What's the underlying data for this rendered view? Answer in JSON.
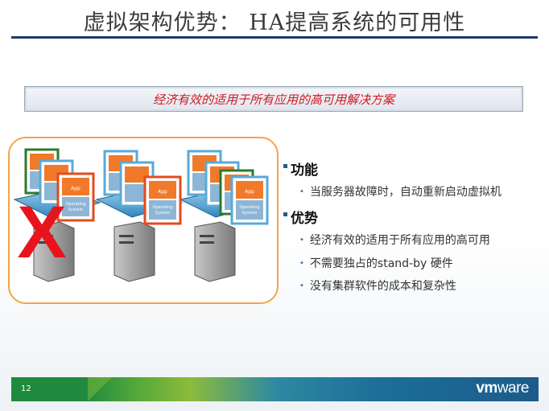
{
  "slide": {
    "title": "虚拟架构优势：  HA提高系统的可用性",
    "banner": "经济有效的适用于所有应用的高可用解决方案",
    "page_number": "12",
    "logo": {
      "vm": "vm",
      "ware": "ware"
    }
  },
  "diagram": {
    "vm_app_label": "App",
    "vm_os_label_1": "Operating",
    "vm_os_label_2": "System",
    "failure_mark": "X"
  },
  "bullets": {
    "items": [
      {
        "heading": "功能",
        "subs": [
          "当服务器故障时，自动重新启动虚拟机"
        ]
      },
      {
        "heading": "优势",
        "subs": [
          "经济有效的适用于所有应用的高可用",
          "不需要独占的stand-by 硬件",
          "没有集群软件的成本和复杂性"
        ]
      }
    ]
  },
  "colors": {
    "title_rule": "#1d3a6a",
    "banner_text": "#d2161e",
    "box_border": "#f2a649",
    "bullet_square": "#1f5f8b"
  }
}
